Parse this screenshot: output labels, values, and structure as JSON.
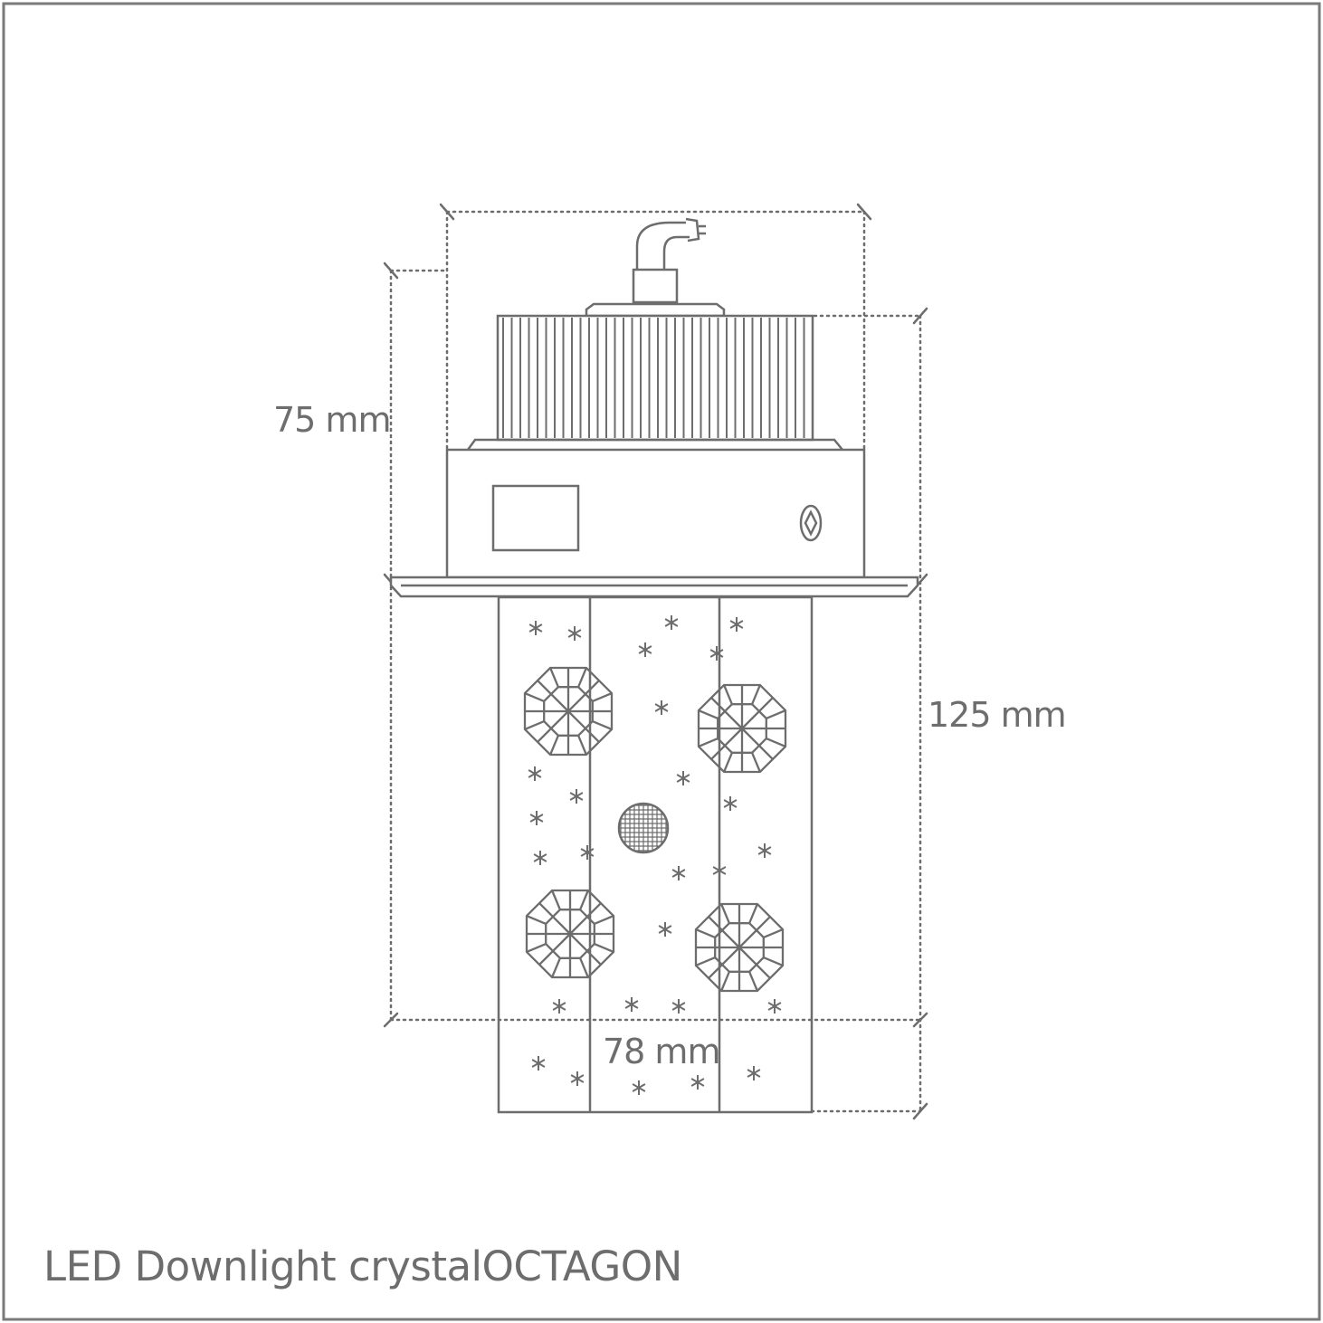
{
  "caption": "LED Downlight crystalOCTAGON",
  "dimensions": {
    "height_top": "75 mm",
    "height_bottom": "125 mm",
    "width": "78 mm"
  },
  "colors": {
    "line": "#6d6d6d",
    "frame": "#7a7a7a",
    "background": "#ffffff"
  }
}
